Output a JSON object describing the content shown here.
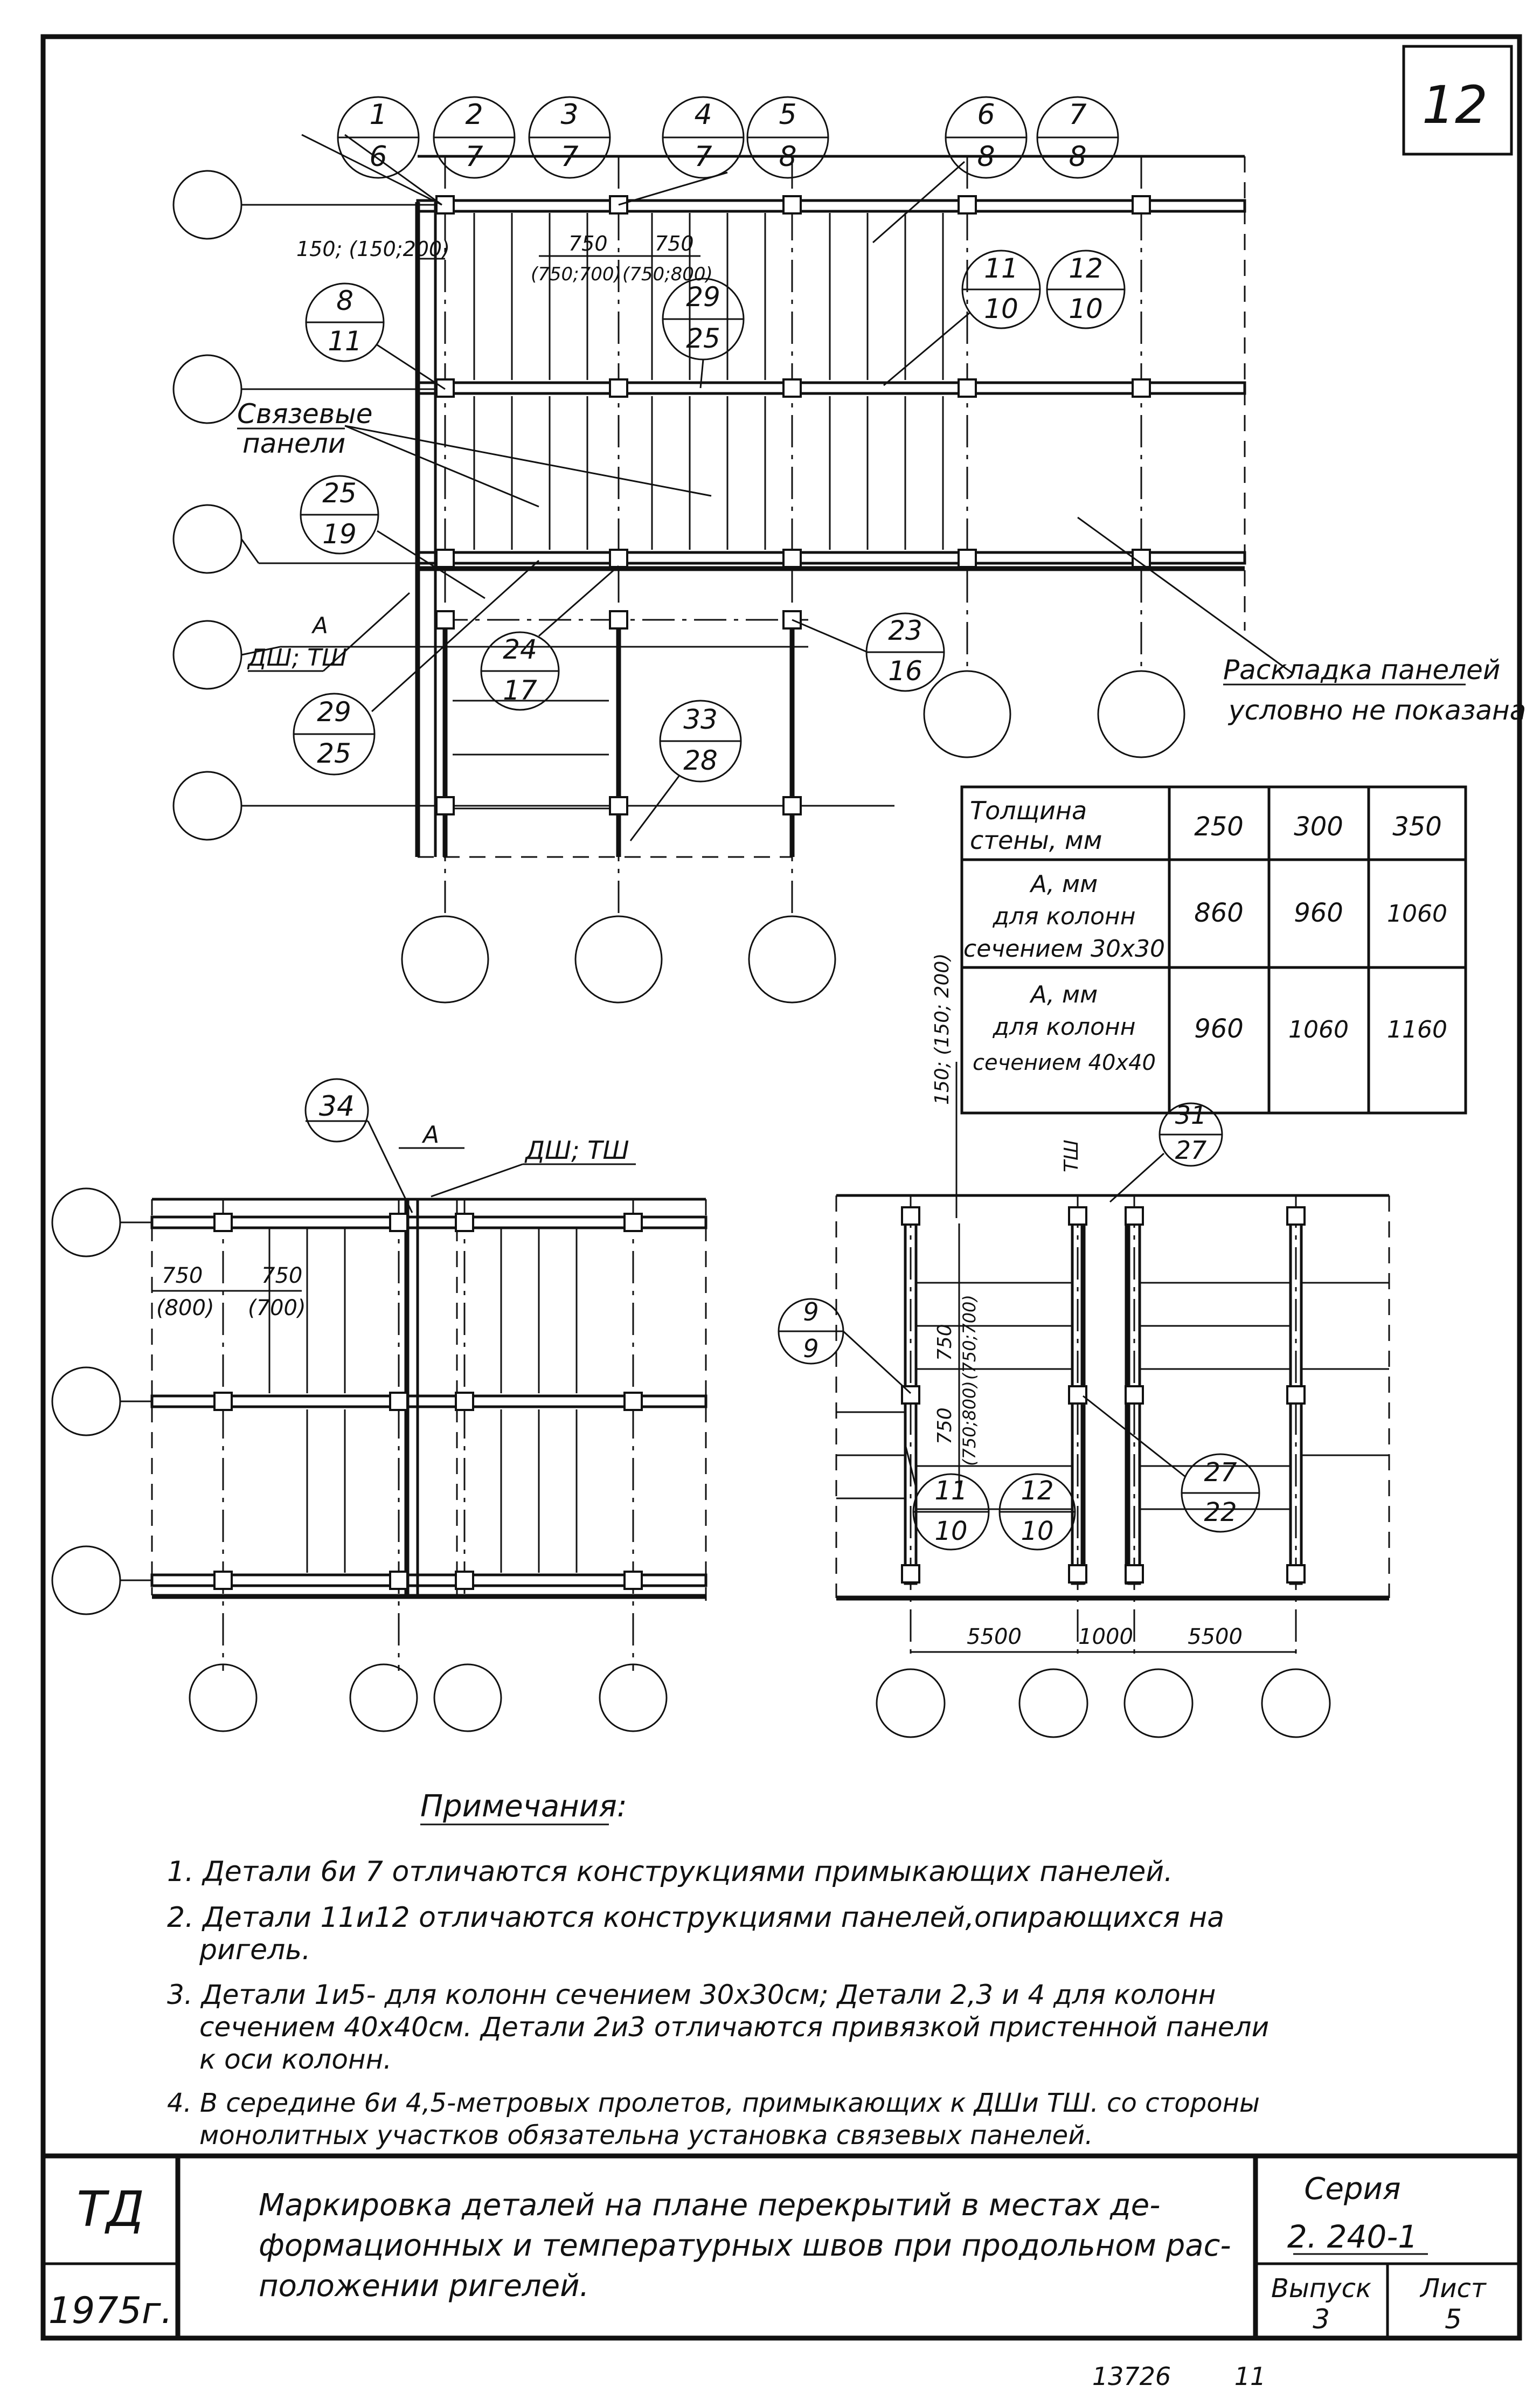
{
  "sheet_number": "12",
  "top_plan": {
    "callouts": [
      {
        "top": "1",
        "bottom": "6"
      },
      {
        "top": "2",
        "bottom": "7"
      },
      {
        "top": "3",
        "bottom": "7"
      },
      {
        "top": "4",
        "bottom": "7"
      },
      {
        "top": "5",
        "bottom": "8"
      },
      {
        "top": "6",
        "bottom": "8"
      },
      {
        "top": "7",
        "bottom": "8"
      },
      {
        "top": "8",
        "bottom": "11"
      },
      {
        "top": "29",
        "bottom": "25"
      },
      {
        "top": "11",
        "bottom": "10"
      },
      {
        "top": "12",
        "bottom": "10"
      },
      {
        "top": "25",
        "bottom": "19"
      },
      {
        "top": "24",
        "bottom": "17"
      },
      {
        "top": "23",
        "bottom": "16"
      },
      {
        "top": "29",
        "bottom": "25"
      },
      {
        "top": "33",
        "bottom": "28"
      }
    ],
    "dim_150": "150; (150;200)",
    "dim_750_a": "750",
    "dim_750_a_alt": "(750;700)",
    "dim_750_b": "750",
    "dim_750_b_alt": "(750;800)",
    "label_tie_panels_1": "Связевые",
    "label_tie_panels_2": "панели",
    "label_joint": "ДШ; ТШ",
    "label_a": "А",
    "note_layout_1": "Раскладка панелей",
    "note_layout_2": "условно не показана"
  },
  "table": {
    "header_label": [
      "Толщина",
      "стены, мм"
    ],
    "thickness": [
      "250",
      "300",
      "350"
    ],
    "rows": [
      {
        "label": [
          "А, мм",
          "для колонн",
          "сечением 30х30"
        ],
        "values": [
          "860",
          "960",
          "1060"
        ]
      },
      {
        "label": [
          "А, мм",
          "для колонн",
          "сечением 40х40"
        ],
        "values": [
          "960",
          "1060",
          "1160"
        ]
      }
    ]
  },
  "left_plan": {
    "callout_34": "34",
    "label_a": "А",
    "label_joint": "ДШ; ТШ",
    "dim_750_1": "750",
    "dim_800": "(800)",
    "dim_750_2": "750",
    "dim_700": "(700)"
  },
  "right_plan": {
    "callouts": [
      {
        "top": "31",
        "bottom": "27"
      },
      {
        "top": "9",
        "bottom": "9"
      },
      {
        "top": "11",
        "bottom": "10"
      },
      {
        "top": "12",
        "bottom": "10"
      },
      {
        "top": "27",
        "bottom": "22"
      }
    ],
    "dim_vert_top": "150; (150; 200)",
    "dim_tsh": "ТШ",
    "dim_750_mid": "750",
    "dim_750_mid_alt": "(750;700)",
    "dim_750_low": "750",
    "dim_750_low_alt": "(750;800)",
    "dim_5500_a": "5500",
    "dim_1000": "1000",
    "dim_5500_b": "5500"
  },
  "notes": {
    "title": "Примечания:",
    "items": [
      [
        "1. Детали 6и 7  отличаются конструкциями примыкающих панелей."
      ],
      [
        "2. Детали 11и12  отличаются  конструкциями панелей,опирающихся на",
        "ригель."
      ],
      [
        "3. Детали 1и5-  для колонн сечением 30х30см;  Детали 2,3 и 4 для колонн",
        "сечением 40х40см.  Детали 2и3 отличаются привязкой пристенной панели",
        "к оси колонн."
      ],
      [
        "4. В середине 6и 4,5-метровых пролетов, примыкающих к ДШи ТШ. со стороны",
        "монолитных участков обязательна установка связевых панелей."
      ]
    ]
  },
  "title_block": {
    "org": "ТД",
    "year": "1975г.",
    "description": [
      "Маркировка деталей на плане перекрытий в местах де-",
      "формационных и температурных швов при продольном рас-",
      "положении ригелей."
    ],
    "series_label": "Серия",
    "series_value": "2. 240-1",
    "issue_label": "Выпуск",
    "issue_value": "3",
    "sheet_label": "Лист",
    "sheet_value": "5"
  },
  "footer": {
    "number": "13726",
    "page": "11"
  }
}
